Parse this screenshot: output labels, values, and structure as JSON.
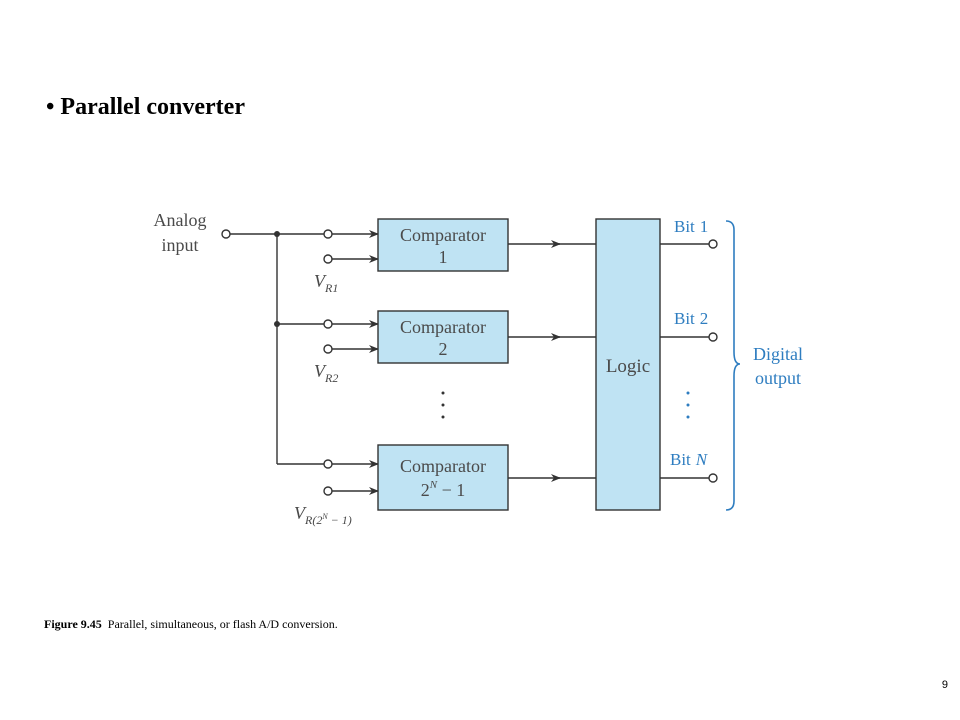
{
  "slide": {
    "title": "• Parallel converter",
    "page_number": "9"
  },
  "figure": {
    "caption_label": "Figure 9.45",
    "caption_text": "Parallel, simultaneous, or flash A/D conversion.",
    "analog_input_line1": "Analog",
    "analog_input_line2": "input",
    "comparators": [
      {
        "label": "Comparator",
        "index": "1",
        "vref_main": "V",
        "vref_sub": "R1"
      },
      {
        "label": "Comparator",
        "index": "2",
        "vref_main": "V",
        "vref_sub": "R2"
      },
      {
        "label": "Comparator",
        "index_base": "2",
        "index_sup": "N",
        "index_rest": " − 1",
        "vref_main": "V",
        "vref_sub": "R(2",
        "vref_sub_sup": "N",
        "vref_sub_end": " − 1)"
      }
    ],
    "logic_label": "Logic",
    "bits": [
      {
        "prefix": "Bit",
        "suffix": "1"
      },
      {
        "prefix": "Bit",
        "suffix": "2"
      },
      {
        "prefix": "Bit",
        "suffix": "N"
      }
    ],
    "output_line1": "Digital",
    "output_line2": "output",
    "colors": {
      "block_fill": "#bfe3f3",
      "line": "#333333",
      "accent": "#2e7dc0"
    }
  }
}
